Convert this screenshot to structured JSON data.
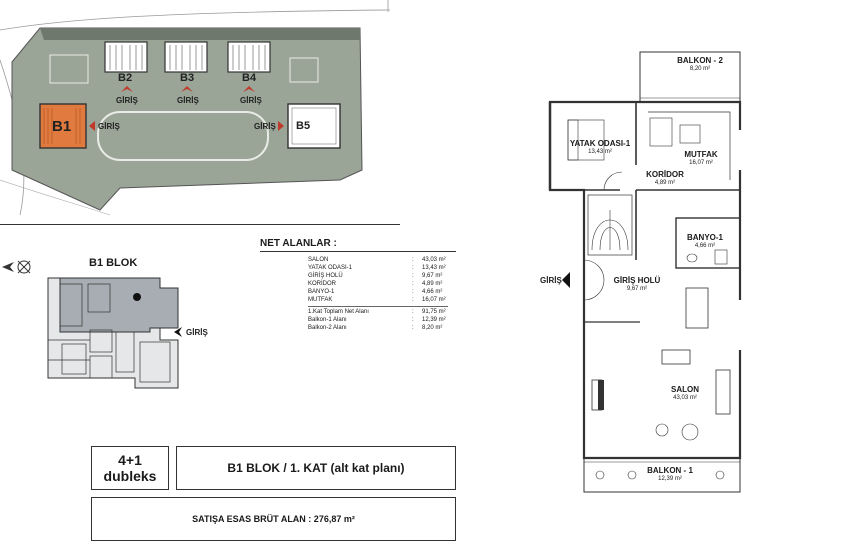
{
  "site_plan": {
    "blocks": [
      {
        "id": "B1",
        "label": "B1"
      },
      {
        "id": "B2",
        "label": "B2"
      },
      {
        "id": "B3",
        "label": "B3"
      },
      {
        "id": "B4",
        "label": "B4"
      },
      {
        "id": "B5",
        "label": "B5"
      }
    ],
    "entrance_label": "GİRİŞ"
  },
  "key_plan": {
    "title": "B1 BLOK",
    "entrance_label": "GİRİŞ"
  },
  "net_areas": {
    "title": "NET ALANLAR :",
    "rooms": [
      {
        "name": "SALON",
        "value": "43,03 m²"
      },
      {
        "name": "YATAK ODASI-1",
        "value": "13,43 m²"
      },
      {
        "name": "GİRİŞ HOLÜ",
        "value": "9,67 m²"
      },
      {
        "name": "KORİDOR",
        "value": "4,89 m²"
      },
      {
        "name": "BANYO-1",
        "value": "4,66 m²"
      },
      {
        "name": "MUTFAK",
        "value": "16,07 m²"
      }
    ],
    "totals": [
      {
        "name": "1.Kat Toplam Net Alanı",
        "value": "91,75 m²"
      },
      {
        "name": "Balkon-1 Alanı",
        "value": "12,39 m²"
      },
      {
        "name": "Balkon-2 Alanı",
        "value": "8,20 m²"
      }
    ]
  },
  "info_boxes": {
    "type_line1": "4+1",
    "type_line2": "dubleks",
    "title": "B1 BLOK / 1. KAT (alt kat planı)",
    "gross_area": "SATIŞA ESAS BRÜT ALAN : 276,87 m²"
  },
  "floor_plan": {
    "entrance_label": "GİRİŞ",
    "rooms": {
      "balkon2": {
        "name": "BALKON - 2",
        "area": "8,20 m²"
      },
      "yatak": {
        "name": "YATAK ODASI-1",
        "area": "13,43 m²"
      },
      "mutfak": {
        "name": "MUTFAK",
        "area": "16,07 m²"
      },
      "koridor": {
        "name": "KORİDOR",
        "area": "4,89 m²"
      },
      "banyo": {
        "name": "BANYO-1",
        "area": "4,66 m²"
      },
      "giris_holu": {
        "name": "GİRİŞ HOLÜ",
        "area": "9,67 m²"
      },
      "salon": {
        "name": "SALON",
        "area": "43,03 m²"
      },
      "balkon1": {
        "name": "BALKON - 1",
        "area": "12,39 m²"
      }
    }
  },
  "colors": {
    "site_fill": "#9aa497",
    "b1_fill": "#e07a3f",
    "key_fill": "#a7adb2",
    "arrow_red": "#c0392b"
  }
}
